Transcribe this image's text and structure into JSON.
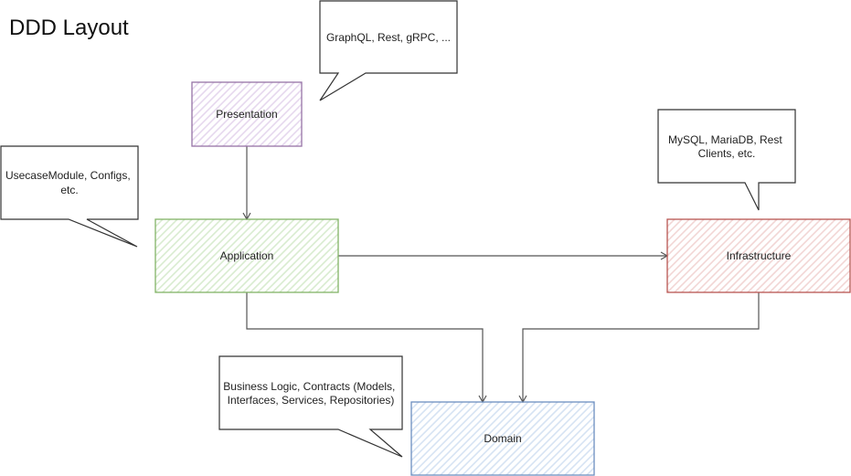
{
  "diagram": {
    "title": "DDD Layout",
    "nodes": [
      {
        "id": "presentation",
        "label": "Presentation",
        "color": "#9673a6",
        "hatch": "#e6d8ee"
      },
      {
        "id": "application",
        "label": "Application",
        "color": "#82b366",
        "hatch": "#d9ecd0"
      },
      {
        "id": "infrastructure",
        "label": "Infrastructure",
        "color": "#b85450",
        "hatch": "#f2d6d5"
      },
      {
        "id": "domain",
        "label": "Domain",
        "color": "#6c8ebf",
        "hatch": "#d6e3f3"
      }
    ],
    "callouts": [
      {
        "id": "presentation-note",
        "lines": [
          "GraphQL, Rest, gRPC, ..."
        ]
      },
      {
        "id": "application-note",
        "lines": [
          "UsecaseModule, Configs,",
          "etc."
        ]
      },
      {
        "id": "infrastructure-note",
        "lines": [
          "MySQL, MariaDB, Rest",
          "Clients, etc."
        ]
      },
      {
        "id": "domain-note",
        "lines": [
          "Business Logic, Contracts (Models,",
          "Interfaces, Services, Repositories)"
        ]
      }
    ],
    "edges": [
      {
        "from": "presentation",
        "to": "application"
      },
      {
        "from": "application",
        "to": "infrastructure"
      },
      {
        "from": "application",
        "to": "domain"
      },
      {
        "from": "infrastructure",
        "to": "domain"
      }
    ]
  }
}
